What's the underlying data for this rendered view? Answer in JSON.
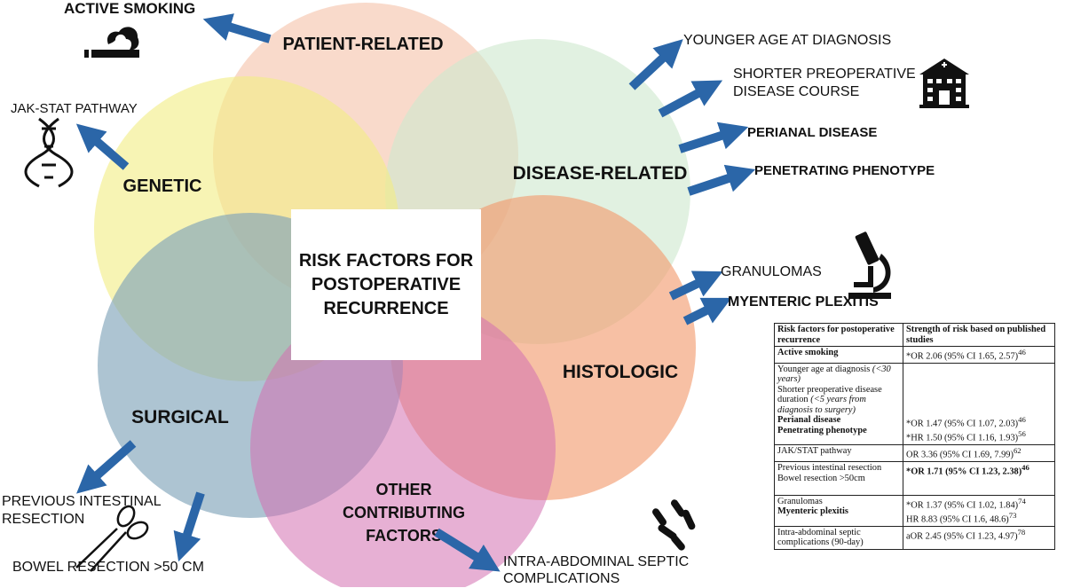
{
  "title": "RISK FACTORS FOR POSTOPERATIVE RECURRENCE",
  "title_lines": [
    "RISK FACTORS FOR",
    "POSTOPERATIVE",
    "RECURRENCE"
  ],
  "categories": {
    "patient": "PATIENT-RELATED",
    "disease": "DISEASE-RELATED",
    "genetic": "GENETIC",
    "histologic": "HISTOLOGIC",
    "surgical": "SURGICAL",
    "other": [
      "OTHER",
      "CONTRIBUTING",
      "FACTORS"
    ]
  },
  "factors": {
    "active_smoking": "ACTIVE SMOKING",
    "younger_age": "YOUNGER AGE AT DIAGNOSIS",
    "shorter_course": [
      "SHORTER PREOPERATIVE",
      "DISEASE COURSE"
    ],
    "perianal": "PERIANAL DISEASE",
    "penetrating": "PENETRATING PHENOTYPE",
    "jak_stat": "JAK-STAT PATHWAY",
    "granulomas": "GRANULOMAS",
    "myenteric": "MYENTERIC PLEXITIS",
    "previous_resection": [
      "PREVIOUS INTESTINAL",
      "RESECTION"
    ],
    "bowel_resection": "BOWEL RESECTION >50 CM",
    "septic": [
      "INTRA-ABDOMINAL SEPTIC",
      "COMPLICATIONS"
    ]
  },
  "icons": [
    "cigarette-icon",
    "hospital-icon",
    "dna-icon",
    "microscope-icon",
    "scissors-icon",
    "bacteria-icon",
    "arrow-icon"
  ],
  "colors": {
    "patient": "#f6c9b3",
    "disease": "#cfe8cf",
    "genetic": "#f2ee86",
    "histologic": "#f29a6c",
    "surgical": "#7fa3b8",
    "other": "#d46fb0",
    "arrow": "#2b66a8"
  },
  "table": {
    "headers": [
      "Risk factors for postoperative recurrence",
      "Strength of risk based on published studies"
    ],
    "rows": [
      {
        "factor": "Active smoking",
        "factor_bold": true,
        "value": "*OR 2.06 (95% CI 1.65, 2.57)",
        "ref": "46"
      },
      {
        "factor": "Younger age at diagnosis",
        "factor_note": "(<30 years)",
        "value": "",
        "ref": ""
      },
      {
        "factor": "Shorter preoperative disease duration",
        "factor_note": "(<5 years from diagnosis to surgery)",
        "value": "",
        "ref": ""
      },
      {
        "factor": "Perianal disease",
        "factor_bold": true,
        "value": "*OR 1.47 (95% CI 1.07, 2.03)",
        "ref": "46"
      },
      {
        "factor": "Penetrating phenotype",
        "factor_bold": true,
        "value": "*HR 1.50 (95% CI 1.16, 1.93)",
        "ref": "56"
      },
      {
        "factor": "JAK/STAT pathway",
        "value": "OR 3.36 (95% CI 1.69, 7.99)",
        "ref": "62"
      },
      {
        "factor": "Previous intestinal resection",
        "value": "*OR 1.71 (95% CI 1.23, 2.38)",
        "value_bold": true,
        "ref": "46"
      },
      {
        "factor": "Bowel resection >50cm",
        "value": "",
        "ref": ""
      },
      {
        "factor": "Granulomas",
        "value": "*OR 1.37 (95% CI 1.02, 1.84)",
        "ref": "74"
      },
      {
        "factor": "Myenteric plexitis",
        "factor_bold": true,
        "value": "HR 8.83 (95% CI 1.6, 48.6)",
        "ref": "73"
      },
      {
        "factor": "Intra-abdominal septic complications (90-day)",
        "value": "aOR 2.45 (95% CI 1.23, 4.97)",
        "ref": "78"
      }
    ]
  }
}
